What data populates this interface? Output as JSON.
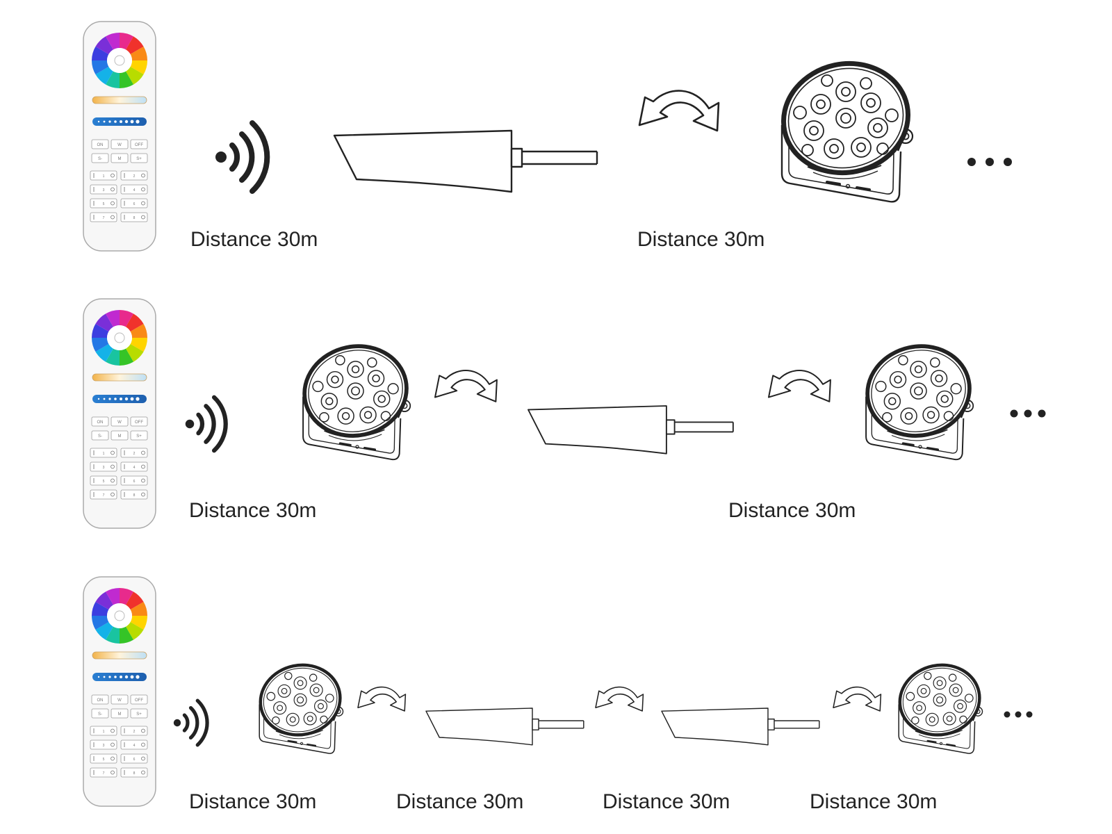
{
  "colors": {
    "line": "#222222",
    "remote_body": "#f7f7f7",
    "remote_outline": "#aaaaaa",
    "slider_blue": "#2a7fd2",
    "label": "#222222"
  },
  "remote": {
    "buttons_top": [
      "ON",
      "W",
      "OFF"
    ],
    "buttons_mid": [
      "S-",
      "M",
      "S+"
    ],
    "zones": [
      "1",
      "2",
      "3",
      "4",
      "5",
      "6",
      "7",
      "8"
    ]
  },
  "rows": [
    {
      "labels": [
        "Distance 30m",
        "Distance 30m"
      ],
      "sequence": [
        "remote-control",
        "signal-waves-icon",
        "amplifier",
        "forward-arrow-icon",
        "spotlight",
        "continuation-dots-icon"
      ]
    },
    {
      "labels": [
        "Distance 30m",
        "Distance 30m"
      ],
      "sequence": [
        "remote-control",
        "signal-waves-icon",
        "spotlight",
        "forward-arrow-icon",
        "amplifier",
        "forward-arrow-icon",
        "spotlight",
        "continuation-dots-icon"
      ]
    },
    {
      "labels": [
        "Distance 30m",
        "Distance 30m",
        "Distance 30m",
        "Distance 30m"
      ],
      "sequence": [
        "remote-control",
        "signal-waves-icon",
        "spotlight",
        "forward-arrow-icon",
        "amplifier",
        "forward-arrow-icon",
        "amplifier",
        "forward-arrow-icon",
        "spotlight",
        "continuation-dots-icon"
      ]
    }
  ]
}
